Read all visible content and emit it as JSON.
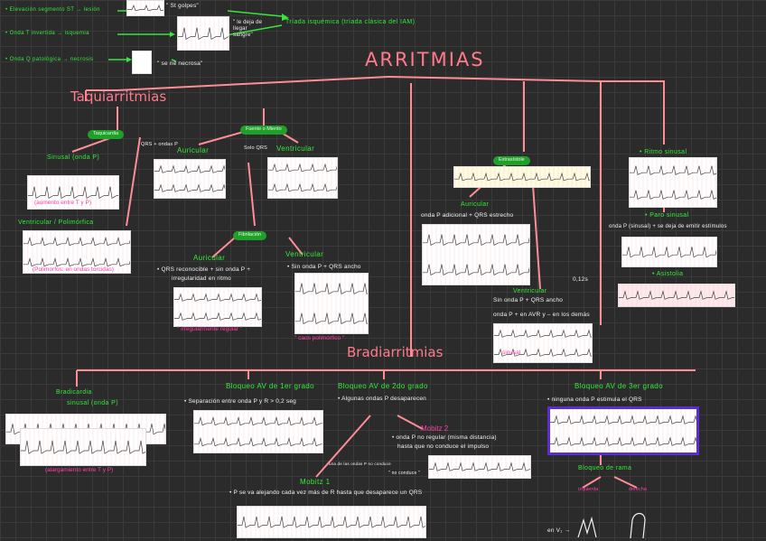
{
  "top": {
    "line1": "• Elevación segmento ST → lesión",
    "line2": "• Onda T invertida → isquemia",
    "line3": "• Onda Q patológica → necrosis",
    "q_golpes": "\" St golpes\"",
    "q_sangre": "\" le deja de llegar sangre\"",
    "q_necrosa": "\" se ne necrosa\"",
    "triada": "Tríada isquémica (tríada clásica del IAM)"
  },
  "title": "ARRITMIAS",
  "taqui": {
    "title": "Taquiarritmias",
    "taquicardia_pill": "Taquicardia",
    "sinusal": "Sinusal (onda P)",
    "sinusal_caption": "(aumento entre T y P)",
    "ventricular_poli": "Ventricular / Polimórfica",
    "poli_caption": "(Polimorfos: en ondas torcidas)",
    "foco_pill": "Fuente o Miento",
    "ondas_p": "QRS + ondas P",
    "auricular": "Auricular",
    "solo_qrs": "Solo QRS",
    "ventricular": "Ventricular",
    "fibrilacion_pill": "Fibrilación",
    "fib_auricular": "Auricular",
    "fib_aur_desc1": "• QRS reconocible + sin onda P +",
    "fib_aur_desc2": "irregularidad en ritmo",
    "fib_aur_caption": "\" irregularmente regular \"",
    "fib_ventricular": "Ventricular",
    "fib_vent_desc": "• Sin onda P + QRS ancho",
    "fib_vent_caption": "\" caos polimórfico \""
  },
  "extra": {
    "pill": "Extrasístole",
    "auricular": "Auricular",
    "aur_desc": "onda P adicional + QRS estrecho",
    "ventricular": "Ventricular",
    "time": "0,12s",
    "vent_desc1": "Sin onda P + QRS ancho",
    "vent_desc2": "onda P + en AVR y – en los demás",
    "sinusal_label": "sinusal"
  },
  "right": {
    "ritmo": "• Ritmo sinusal",
    "paro": "• Paro sinusal",
    "paro_desc": "onda P (sinusal) + se deja de emitir estímulos",
    "asistolia": "• Asistolia"
  },
  "brady": {
    "title": "Bradiarritmias",
    "bradicardia1": "Bradicardia",
    "bradicardia2": "sinusal (onda P)",
    "brad_caption": "(alargamiento entre T y P)",
    "b1_title": "Bloqueo AV de 1er grado",
    "b1_desc": "• Separación entre onda P y R > 0,2 seg",
    "b2_title": "Bloqueo AV de 2do grado",
    "b2_desc": "• Algunas ondas P desaparecen",
    "mobitz2": "Mobitz 2",
    "mobitz2_desc1": "• onda P no regular (misma distancia)",
    "mobitz2_desc2": "hasta que no conduce el impulso",
    "no_conduce": "\" no conduce \"",
    "una_onda": "una de las ondas P no conduce",
    "mobitz1": "Mobitz 1",
    "mobitz1_desc": "• P se va alejando cada vez más de R hasta que desaparece un QRS",
    "b3_title": "Bloqueo AV de 3er grado",
    "b3_desc": "• ninguna onda P estimula el QRS",
    "rama": "Bloqueo de rama",
    "rama_izq": "izquierda",
    "rama_der": "derecha",
    "en_v": "en V₁ →"
  }
}
